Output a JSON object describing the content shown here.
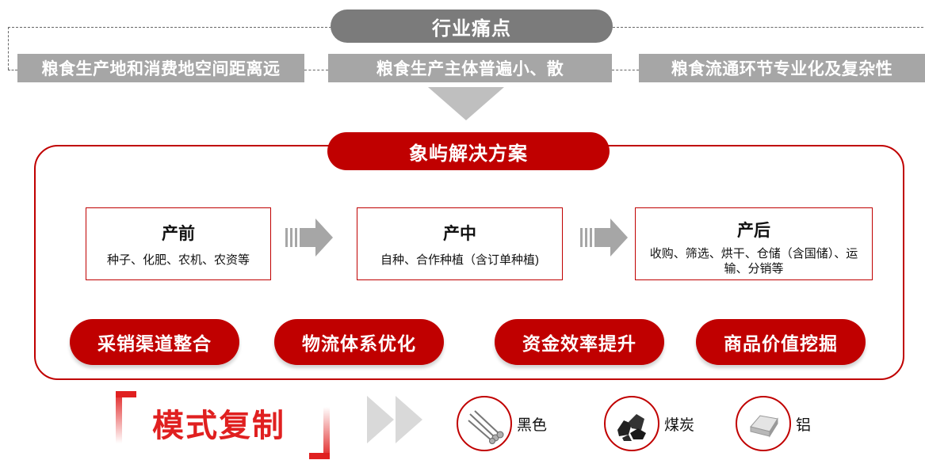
{
  "pain_points": {
    "title": "行业痛点",
    "items": [
      {
        "label": "粮食生产地和消费地空间距离远"
      },
      {
        "label": "粮食生产主体普遍小、散"
      },
      {
        "label": "粮食流通环节专业化及复杂性"
      }
    ]
  },
  "solution": {
    "title": "象屿解决方案",
    "stages": [
      {
        "name": "产前",
        "desc": "种子、化肥、农机、农资等"
      },
      {
        "name": "产中",
        "desc": "自种、合作种植（含订单种植)"
      },
      {
        "name": "产后",
        "desc": "收购、筛选、烘干、仓储（含国储）、运输、分销等"
      }
    ],
    "capabilities": [
      "采销渠道整合",
      "物流体系优化",
      "资金效率提升",
      "商品价值挖掘"
    ]
  },
  "replication": {
    "title": "模式复制",
    "industries": [
      {
        "label": "黑色",
        "icon": "steel-bars-icon"
      },
      {
        "label": "煤炭",
        "icon": "coal-icon"
      },
      {
        "label": "铝",
        "icon": "aluminum-ingot-icon"
      }
    ]
  },
  "colors": {
    "accent": "#c00000",
    "grey_dark": "#7b7b7b",
    "grey_light": "#a6a6a6",
    "model_red": "#e02020"
  }
}
